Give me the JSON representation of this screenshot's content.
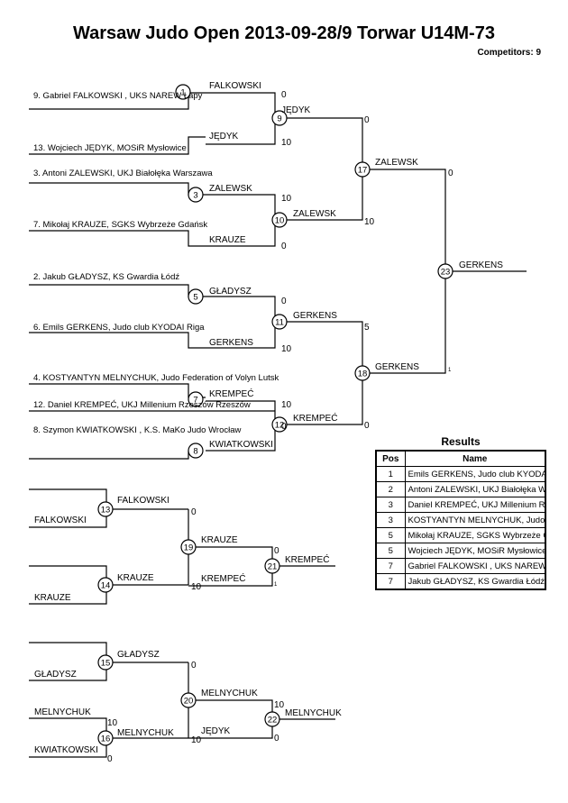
{
  "header": {
    "title": "Warsaw Judo Open  2013-09-28/9  Torwar    U14M-73",
    "competitors": "Competitors: 9"
  },
  "entries": [
    "9. Gabriel FALKOWSKI , UKS NAREW Łapy",
    "13. Wojciech JĘDYK, MOSiR Mysłowice",
    "3. Antoni ZALEWSKI, UKJ Białołęka Warszawa",
    "7. Mikołaj KRAUZE, SGKS Wybrzeże Gdańsk",
    "2. Jakub GŁADYSZ, KS Gwardia Łódź",
    "6. Emils GERKENS, Judo club KYODAI Riga",
    "4. KOSTYANTYN MELNYCHUK, Judo Federation of Volyn Lutsk",
    "12. Daniel KREMPEĆ, UKJ Millenium Rzeszów Rzeszów",
    "8. Szymon KWIATKOWSKI , K.S. MaKo Judo Wrocław"
  ],
  "main_bracket": {
    "round1": [
      {
        "num": "1",
        "top": "FALKOWSKI",
        "bottom": "JĘDYK"
      },
      {
        "num": "3",
        "top": "ZALEWSK",
        "bottom": "KRAUZE"
      },
      {
        "num": "5",
        "top": "GŁADYSZ",
        "bottom": "GERKENS"
      },
      {
        "num": "7",
        "top": "KREMPEĆ"
      },
      {
        "num": "8",
        "bottom": "KWIATKOWSKI"
      }
    ],
    "round2": [
      {
        "num": "9",
        "winner": "JĘDYK",
        "score_top": "0",
        "score_bottom": "10"
      },
      {
        "num": "10",
        "winner": "ZALEWSK",
        "score_top": "10",
        "score_bottom": "0"
      },
      {
        "num": "11",
        "winner": "GERKENS",
        "score_top": "0",
        "score_bottom": "10"
      },
      {
        "num": "12",
        "winner": "KREMPEĆ",
        "score_top": "10",
        "score_bottom": "0"
      }
    ],
    "round3": [
      {
        "num": "17",
        "winner": "ZALEWSK",
        "score_top": "0",
        "score_bottom": "10"
      },
      {
        "num": "18",
        "winner": "GERKENS",
        "score_top": "5",
        "score_bottom": "0"
      }
    ],
    "final": {
      "num": "23",
      "winner": "GERKENS",
      "score_top": "0",
      "score_bottom": "1"
    }
  },
  "repechage_a": {
    "m13": {
      "num": "13",
      "top": "FALKOWSKI",
      "left": "FALKOWSKI"
    },
    "m14": {
      "num": "14",
      "top": "KRAUZE",
      "left": "KRAUZE"
    },
    "m19": {
      "num": "19",
      "winner": "KRAUZE",
      "score_top": "0",
      "score_bottom": "10"
    },
    "lower": "KREMPEĆ",
    "m21": {
      "num": "21",
      "winner": "KREMPEĆ",
      "score_top": "0",
      "score_bottom": "1"
    }
  },
  "repechage_b": {
    "m15": {
      "num": "15",
      "top": "GŁADYSZ",
      "left": "GŁADYSZ"
    },
    "m16": {
      "num": "16",
      "top_name": "MELNYCHUK",
      "winner": "MELNYCHUK",
      "bottom_name": "KWIATKOWSKI",
      "score_top": "10",
      "score_bottom": "0"
    },
    "m20": {
      "num": "20",
      "winner": "MELNYCHUK",
      "score_top": "0",
      "score_bottom": "10"
    },
    "lower": "JĘDYK",
    "m22": {
      "num": "22",
      "winner": "MELNYCHUK",
      "score_top": "10",
      "score_bottom": "0"
    }
  },
  "results": {
    "title": "Results",
    "col_pos": "Pos",
    "col_name": "Name",
    "rows": [
      {
        "pos": "1",
        "name": "Emils GERKENS, Judo club KYODAI Riga"
      },
      {
        "pos": "2",
        "name": "Antoni ZALEWSKI, UKJ Białołęka Warszawa"
      },
      {
        "pos": "3",
        "name": "Daniel KREMPEĆ, UKJ Millenium Rzeszów Rzeszów"
      },
      {
        "pos": "3",
        "name": "KOSTYANTYN MELNYCHUK, Judo Federation of Volyn Lutsk"
      },
      {
        "pos": "5",
        "name": "Mikołaj KRAUZE, SGKS Wybrzeże Gdańsk"
      },
      {
        "pos": "5",
        "name": "Wojciech JĘDYK, MOSiR Mysłowice"
      },
      {
        "pos": "7",
        "name": "Gabriel FALKOWSKI , UKS NAREW Łapy"
      },
      {
        "pos": "7",
        "name": "Jakub GŁADYSZ, KS Gwardia Łódź"
      }
    ]
  }
}
